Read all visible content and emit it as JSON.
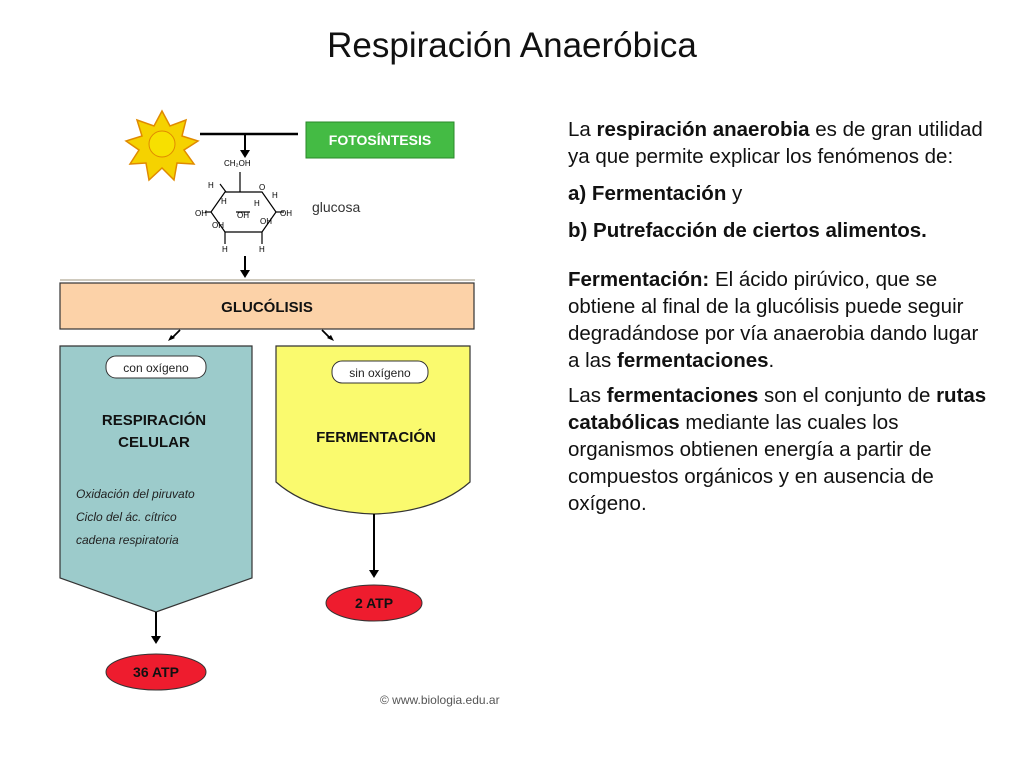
{
  "slide": {
    "title": "Respiración Anaeróbica"
  },
  "diagram": {
    "photosynthesis_label": "FOTOSÍNTESIS",
    "molecule": {
      "top_group": "CH₂OH",
      "label": "glucosa",
      "atoms": {
        "h": "H",
        "oh": "OH",
        "ring_o": "O"
      }
    },
    "glycolysis_label": "GLUCÓLISIS",
    "aerobic": {
      "condition": "con oxígeno",
      "title_line1": "RESPIRACIÓN",
      "title_line2": "CELULAR",
      "steps": [
        "Oxidación del piruvato",
        "Ciclo del ác. cítrico",
        "cadena respiratoria"
      ],
      "yield": "36 ATP"
    },
    "anaerobic": {
      "condition": "sin oxígeno",
      "title": "FERMENTACIÓN",
      "yield": "2 ATP"
    },
    "credit": "© www.biologia.edu.ar",
    "colors": {
      "photosynthesis": "#44bb44",
      "glycolysis": "#fcd2a8",
      "aerobic": "#9ccbcb",
      "anaerobic": "#fafa6e",
      "atp": "#ee1c2e",
      "sun": "#f5d200"
    }
  },
  "text": {
    "p1": {
      "before": "La ",
      "bold": "respiración anaerobia",
      "after": " es de gran utilidad ya que permite explicar los fenómenos de:"
    },
    "item_a": {
      "bold": "a) Fermentación",
      "after": " y"
    },
    "item_b": {
      "bold": "b) Putrefacción de ciertos alimentos."
    },
    "p2": {
      "bold1": "Fermentación:",
      "mid": " El ácido pirúvico, que se obtiene al final de la glucólisis puede seguir degradándose por vía anaerobia dando lugar a las ",
      "bold2": "fermentaciones",
      "end": "."
    },
    "p3": {
      "before": "Las ",
      "bold1": "fermentaciones",
      "mid1": " son el conjunto de ",
      "bold2": "rutas catabólicas",
      "after": " mediante las cuales los organismos obtienen energía a partir de compuestos orgánicos y en ausencia de oxígeno."
    }
  }
}
